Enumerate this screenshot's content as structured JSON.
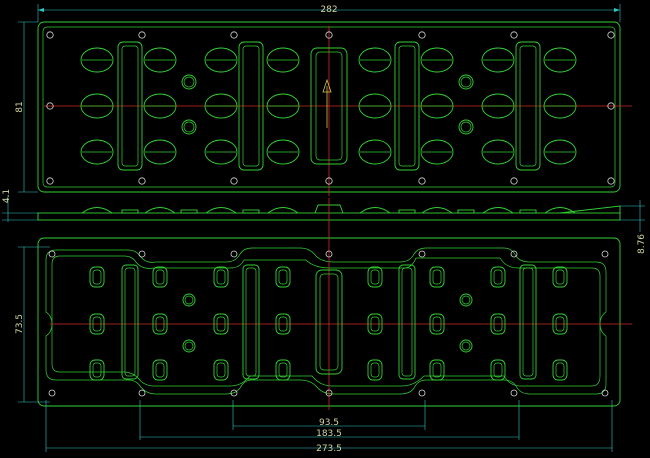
{
  "drawing": {
    "background": "#000000",
    "colors": {
      "outline": "#33d233",
      "detail": "#d8d8d8",
      "dimension": "#2ec6c6",
      "centerline": "#d22828",
      "arrow": "#d4c64a",
      "text": "#d4d4a0"
    },
    "dimensions": {
      "top_width": "282",
      "top_height": "81",
      "side_thickness_left": "4.1",
      "side_thickness_right": "8.76",
      "bottom_height": "73.5",
      "bottom_inner": "93.5",
      "bottom_mid": "183.5",
      "bottom_width": "273.5"
    }
  }
}
